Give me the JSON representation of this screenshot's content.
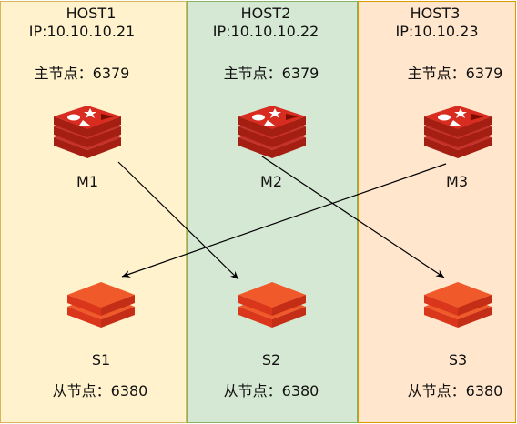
{
  "hosts": [
    {
      "name": "HOST1",
      "ip": "IP:10.10.10.21",
      "master_port": "主节点：6379",
      "master_label": "M1",
      "slave_label": "S1",
      "slave_port": "从节点：6380",
      "fill": "#fff2cc",
      "stroke": "#d6b656"
    },
    {
      "name": "HOST2",
      "ip": "IP:10.10.10.22",
      "master_port": "主节点：6379",
      "master_label": "M2",
      "slave_label": "S2",
      "slave_port": "从节点：6380",
      "fill": "#d5e8d4",
      "stroke": "#82b366"
    },
    {
      "name": "HOST3",
      "ip": "IP:10.10.23",
      "master_port": "主节点：6379",
      "master_label": "M3",
      "slave_label": "S3",
      "slave_port": "从节点：6380",
      "fill": "#ffe6cc",
      "stroke": "#d79b00"
    }
  ],
  "replication": [
    {
      "from": "M1",
      "to": "S2"
    },
    {
      "from": "M2",
      "to": "S3"
    },
    {
      "from": "M3",
      "to": "S1"
    }
  ],
  "icons": {
    "master": "redis-logo-icon",
    "slave": "stacked-layers-icon",
    "redis_red": "#c6302b",
    "redis_dark": "#a41e11",
    "slave_orange": "#f05a2a",
    "slave_dark": "#d9361b"
  }
}
